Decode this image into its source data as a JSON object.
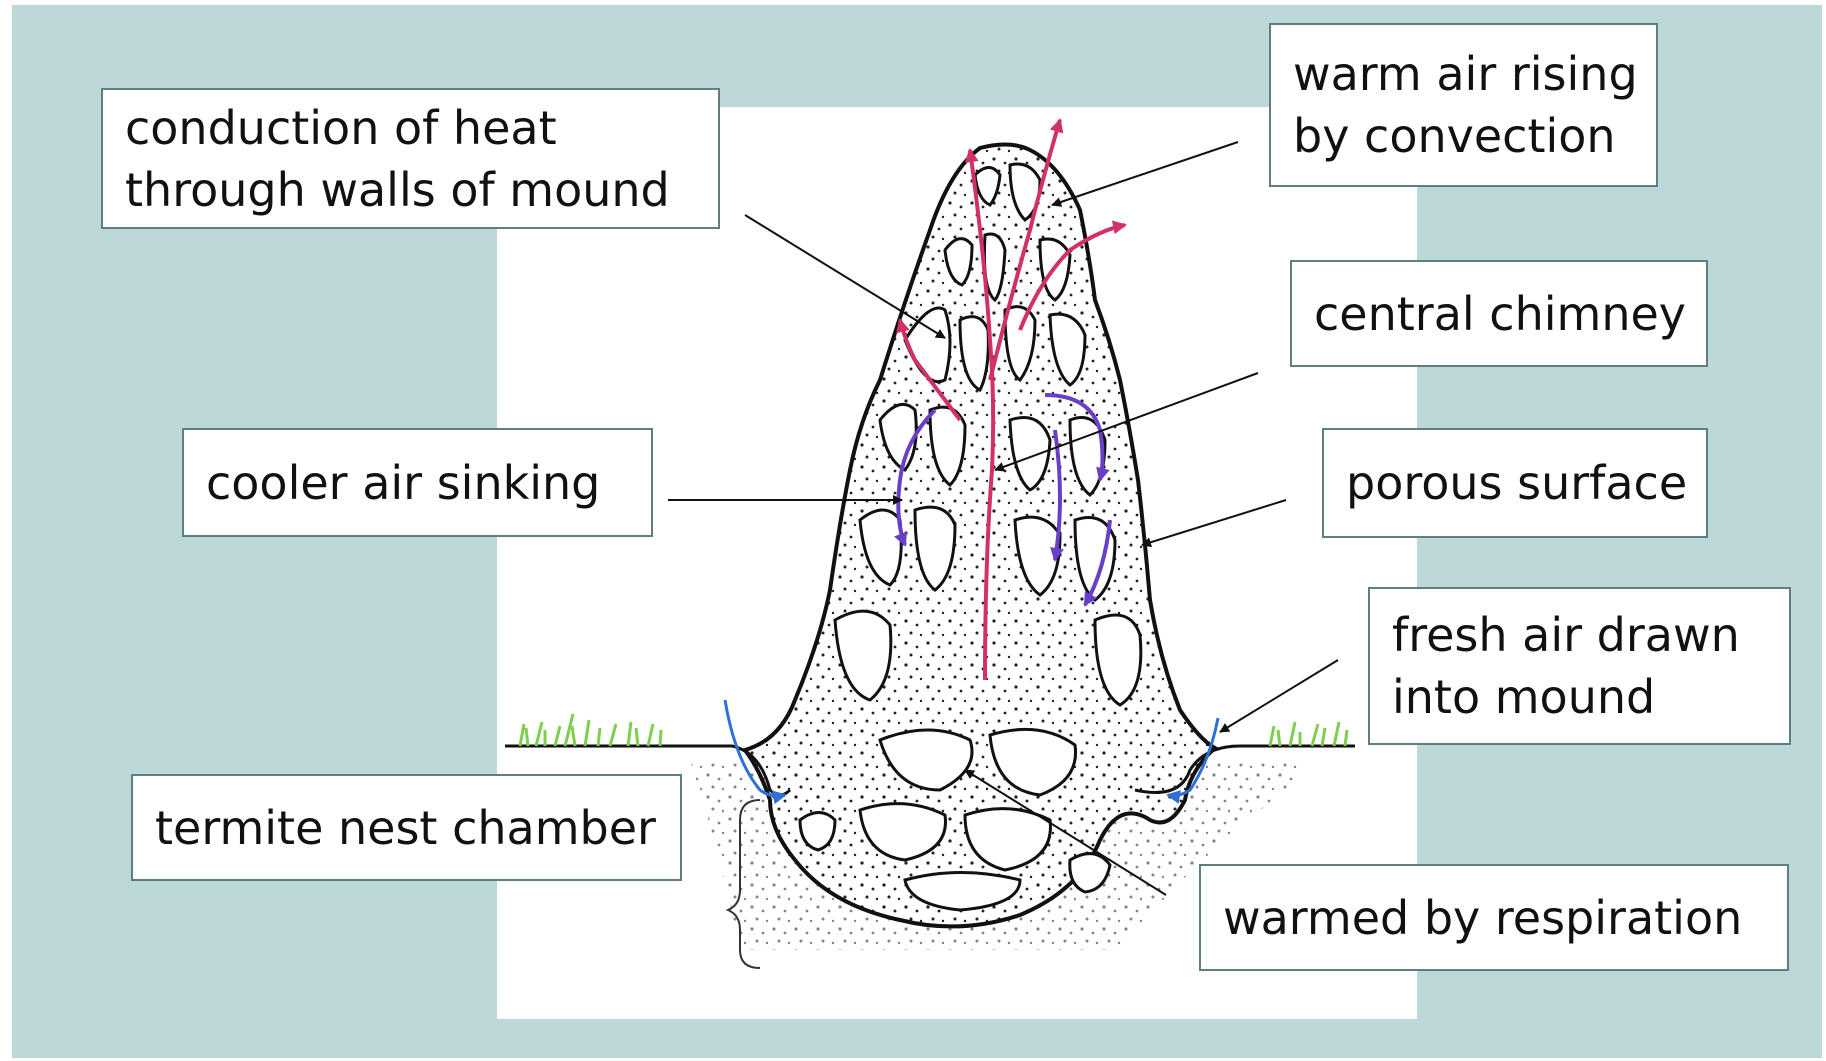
{
  "labels": {
    "conduction": {
      "line1": "conduction of heat",
      "line2": "through walls of mound"
    },
    "warm_air": {
      "line1": "warm air rising",
      "line2": "by convection"
    },
    "central_chimney": "central chimney",
    "cooler_air": "cooler air sinking",
    "porous_surface": "porous surface",
    "fresh_air": {
      "line1": "fresh air drawn",
      "line2": "into mound"
    },
    "termite_nest": "termite nest chamber",
    "warmed": "warmed by respiration"
  },
  "colors": {
    "background_panel": "#bdd8d8",
    "warm_air_arrows": "#d2306a",
    "cool_air_arrows": "#6a3fc8",
    "fresh_air_arrows": "#2f6fd6",
    "grass": "#7fcf4f",
    "outline": "#111111"
  }
}
